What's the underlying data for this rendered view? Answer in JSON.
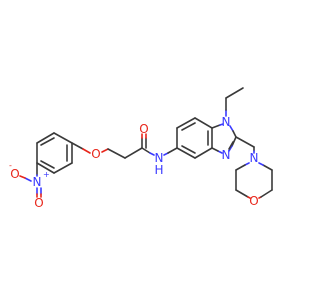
{
  "atoms": {
    "nitro_n": "N",
    "nitro_n_charge": "+",
    "nitro_o_top": "O",
    "nitro_o_top_charge": "-",
    "nitro_o_bottom": "O",
    "ether_o": "O",
    "carbonyl_o": "O",
    "amide_nh": "N",
    "amide_h": "H",
    "benzimidazole_n1": "N",
    "benzimidazole_n3": "N",
    "morpholine_n": "N",
    "morpholine_o": "O"
  },
  "colors": {
    "carbon_bond": "#3a3a3a",
    "oxygen": "#e8261b",
    "nitrogen": "#3a3aff",
    "background": "#ffffff"
  }
}
